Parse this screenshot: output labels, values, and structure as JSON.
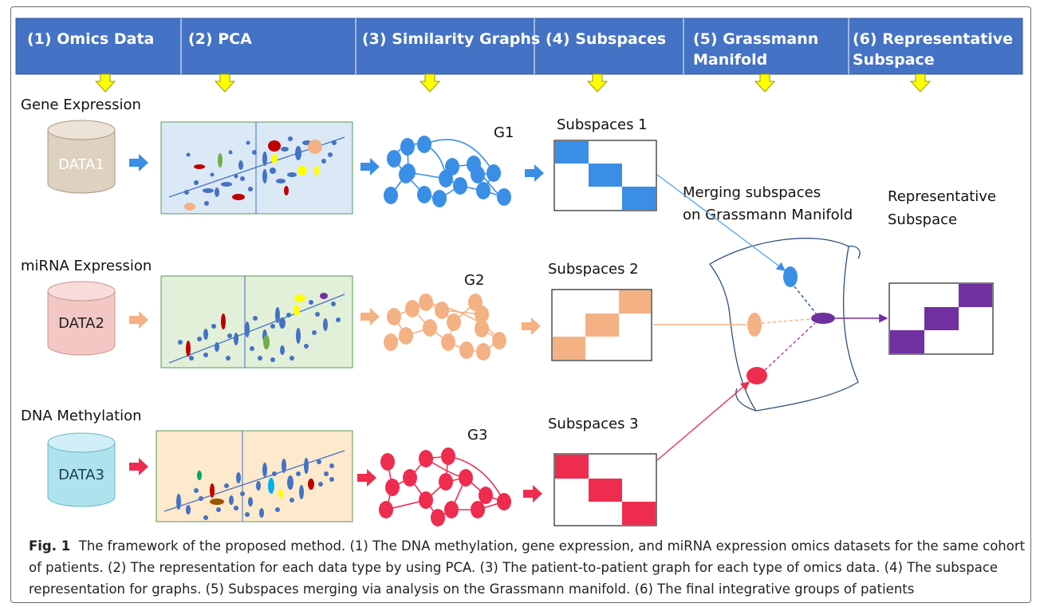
{
  "header": {
    "steps": [
      {
        "line1": "(1) Omics Data",
        "line2": ""
      },
      {
        "line1": "(2) PCA",
        "line2": ""
      },
      {
        "line1": "(3) Similarity Graphs",
        "line2": ""
      },
      {
        "line1": "(4) Subspaces",
        "line2": ""
      },
      {
        "line1": "(5) Grassmann",
        "line2": "Manifold"
      },
      {
        "line1": "(6) Representative",
        "line2": "Subspace"
      }
    ]
  },
  "rows": [
    {
      "label": "Gene Expression",
      "data": "DATA1",
      "graph": "G1",
      "subspace": "Subspaces 1",
      "color": "#3a8ee6"
    },
    {
      "label": "miRNA Expression",
      "data": "DATA2",
      "graph": "G2",
      "subspace": "Subspaces 2",
      "color": "#f4b183"
    },
    {
      "label": "DNA Methylation",
      "data": "DATA3",
      "graph": "G3",
      "subspace": "Subspaces 3",
      "color": "#ee2c4f"
    }
  ],
  "manifold": {
    "line1": "Merging subspaces",
    "line2": "on Grassmann Manifold"
  },
  "representative": {
    "line1": "Representative",
    "line2": "Subspace",
    "color": "#7030a0"
  },
  "caption": {
    "label": "Fig. 1",
    "text": "The framework of the proposed method. (1) The DNA methylation, gene expression, and miRNA expression omics datasets for the same cohort of patients. (2) The representation for each data type by using PCA. (3) The patient-to-patient graph for each type of omics data. (4) The subspace representation for graphs. (5) Subspaces merging via analysis on the Grassmann manifold. (6) The final integrative groups of patients"
  },
  "colors": {
    "header_blue": "#4472c4",
    "arrow_yellow": "#ffff00",
    "gene_bg": "#dbe8f6",
    "mirna_bg": "#e2efd9",
    "dna_bg": "#fde9cc",
    "dot_blue": "#4472c4",
    "dot_red": "#c00000"
  }
}
